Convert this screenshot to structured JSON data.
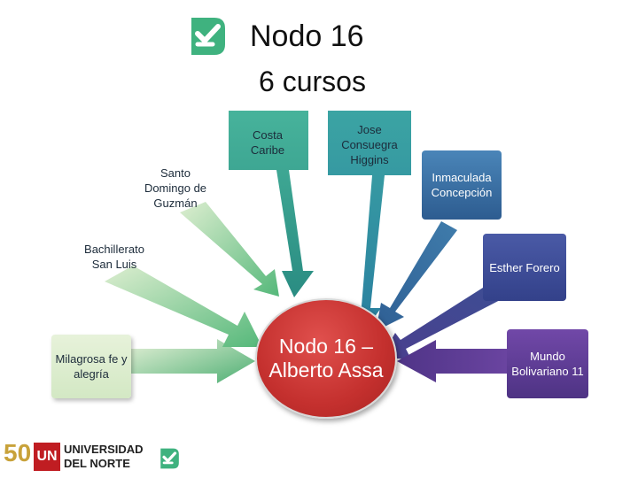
{
  "header": {
    "title": "Nodo 16",
    "subtitle": "6 cursos"
  },
  "center": {
    "label": "Nodo 16 – Alberto Assa"
  },
  "nodes": {
    "santo_domingo": "Santo Domingo de Guzmán",
    "costa_caribe": "Costa Caribe",
    "jose_consuegra": "Jose Consuegra Higgins",
    "inmaculada": "Inmaculada Concepción",
    "bachillerato": "Bachillerato San Luis",
    "esther": "Esther Forero",
    "milagrosa": "Milagrosa fe y alegría",
    "mundo": "Mundo Bolivariano 11"
  },
  "footer": {
    "uninorte_line1": "UNIVERSIDAD",
    "uninorte_line2": "DEL NORTE",
    "anniversary": "50"
  },
  "icons": [
    "brand-check-icon"
  ],
  "colors": {
    "green": "#3fb27f",
    "teal": "#2e9b8a",
    "blue": "#3a6fa0",
    "navy": "#2f4f86",
    "purple": "#5a3c8f",
    "red": "#c4302e",
    "light_green": "#d8ecc8"
  }
}
